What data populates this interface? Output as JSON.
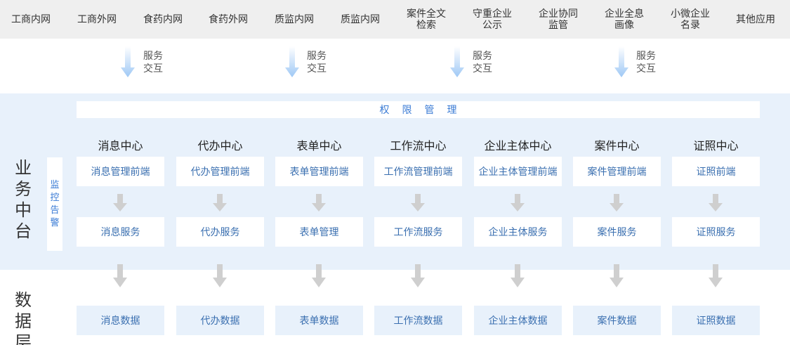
{
  "top_apps": [
    {
      "label": "工商内网"
    },
    {
      "label": "工商外网"
    },
    {
      "label": "食药内网"
    },
    {
      "label": "食药外网"
    },
    {
      "label": "质监内网"
    },
    {
      "label": "质监内网"
    },
    {
      "label": "案件全文\n检索"
    },
    {
      "label": "守重企业\n公示"
    },
    {
      "label": "企业协同\n监管"
    },
    {
      "label": "企业全息\n画像"
    },
    {
      "label": "小微企业\n名录"
    },
    {
      "label": "其他应用"
    }
  ],
  "service_labels": [
    "服务\n交互",
    "服务\n交互",
    "服务\n交互",
    "服务\n交互"
  ],
  "permission_bar": "权限管理",
  "business_layer_title": "业务中台",
  "monitor_label": "监控告警",
  "data_layer_title": "数据层",
  "columns": [
    {
      "title": "消息中心",
      "front": "消息管理前端",
      "service": "消息服务",
      "data": "消息数据"
    },
    {
      "title": "代办中心",
      "front": "代办管理前端",
      "service": "代办服务",
      "data": "代办数据"
    },
    {
      "title": "表单中心",
      "front": "表单管理前端",
      "service": "表单管理",
      "data": "表单数据"
    },
    {
      "title": "工作流中心",
      "front": "工作流管理前端",
      "service": "工作流服务",
      "data": "工作流数据"
    },
    {
      "title": "企业主体中心",
      "front": "企业主体管理前端",
      "service": "企业主体服务",
      "data": "企业主体数据"
    },
    {
      "title": "案件中心",
      "front": "案件管理前端",
      "service": "案件服务",
      "data": "案件数据"
    },
    {
      "title": "证照中心",
      "front": "证照前端",
      "service": "证照服务",
      "data": "证照数据"
    }
  ],
  "colors": {
    "top_bar": "#efefef",
    "business_band": "#e8f1fb",
    "accent_text": "#3a7bd5",
    "box_text": "#3a6fb0",
    "arrow_blue": "#9ec8f5",
    "arrow_gray": "#cfcfcf"
  }
}
